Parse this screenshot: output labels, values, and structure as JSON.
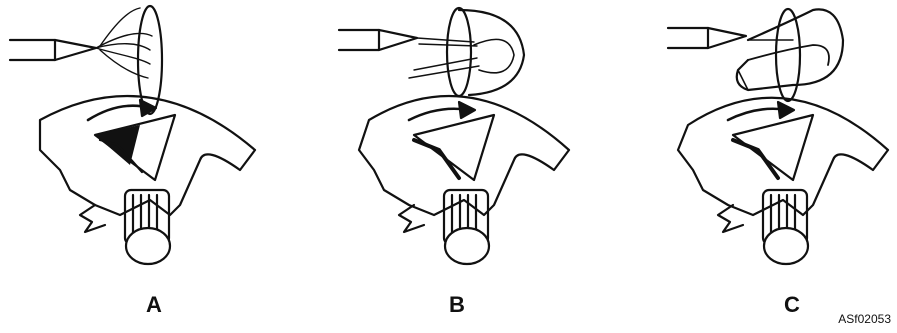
{
  "panels": [
    {
      "id": "a",
      "label": "A"
    },
    {
      "id": "b",
      "label": "B"
    },
    {
      "id": "c",
      "label": "C"
    }
  ],
  "figure_code": "ASf02053",
  "colors": {
    "ink": "#111111",
    "background": "#ffffff"
  }
}
